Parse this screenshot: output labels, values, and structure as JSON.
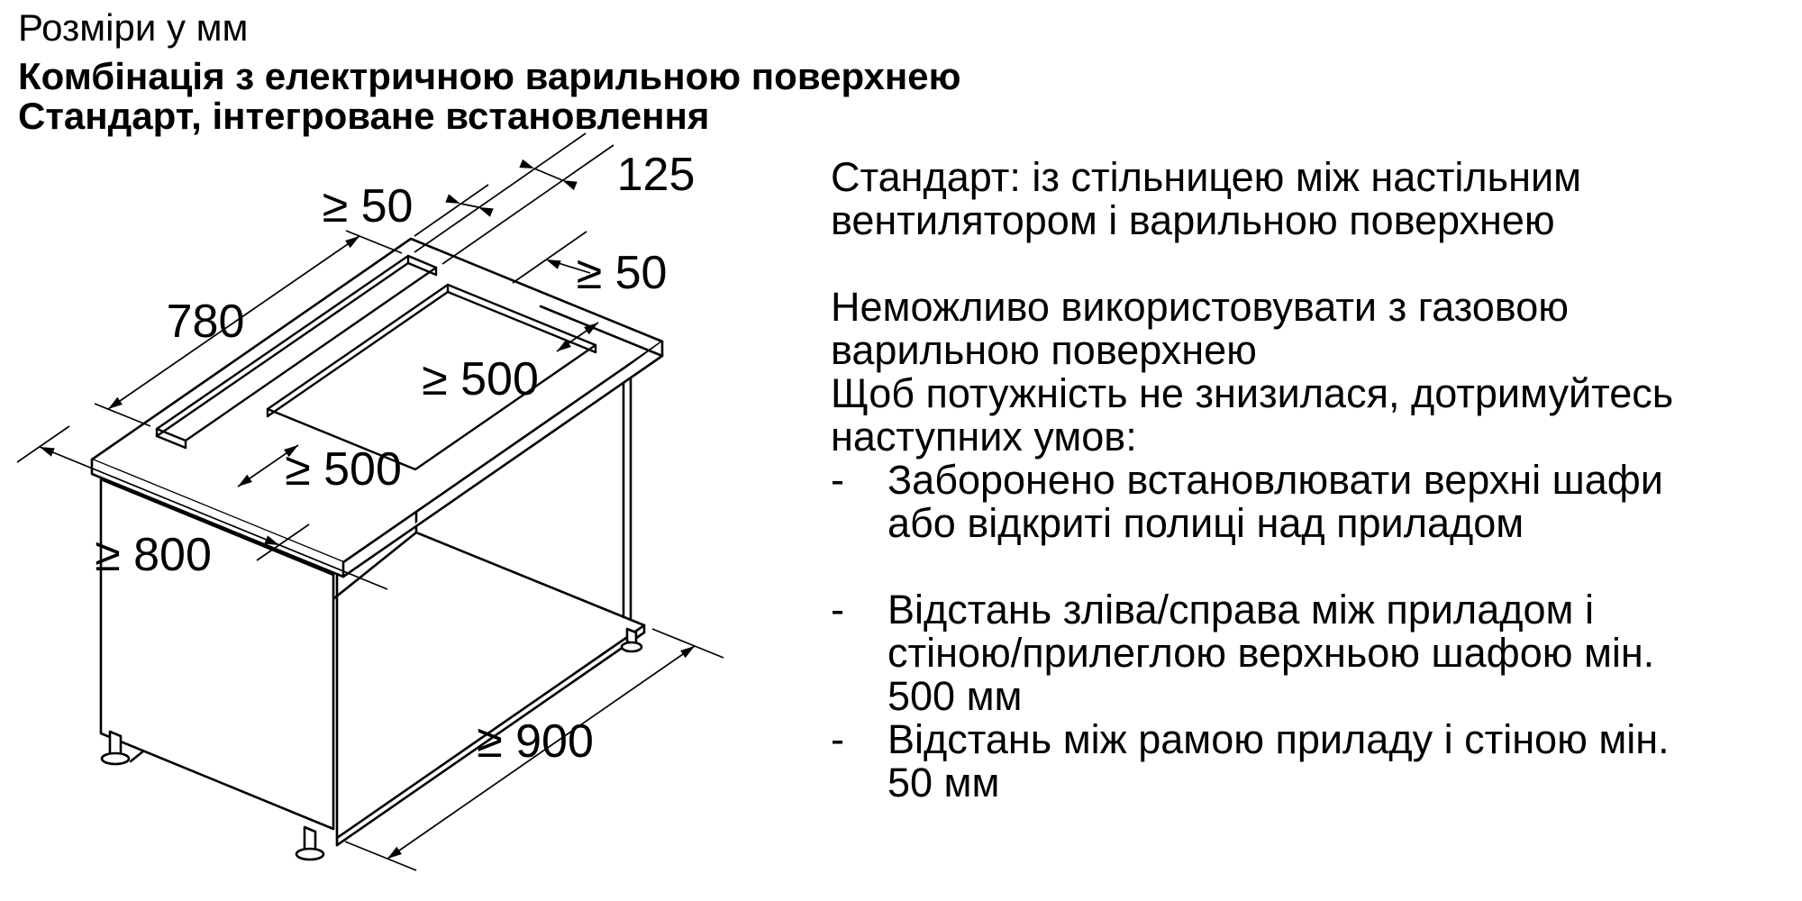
{
  "page": {
    "background": "#ffffff",
    "text_color": "#000000",
    "line_color": "#000000"
  },
  "header": {
    "line1": "Розміри у мм",
    "line2": "Комбінація з електричною варильною поверхнею",
    "line3": "Стандарт, інтегроване встановлення"
  },
  "diagram": {
    "description": "Isometric drawing of base cabinet with countertop cutout for hob and downdraft vent slot",
    "labels": {
      "d780": "780",
      "d125": "125",
      "d50_back": "≥ 50",
      "d50_side": "≥ 50",
      "d500_right": "≥ 500",
      "d500_left": "≥ 500",
      "d800": "≥ 800",
      "d900": "≥ 900"
    }
  },
  "text": {
    "para1": [
      "Стандарт: із стільницею між настільним",
      "вентилятором і варильною поверхнею"
    ],
    "para2": [
      "Неможливо використовувати з газовою",
      "варильною поверхнею",
      "Щоб потужність не знизилася, дотримуйтесь",
      "наступних умов:"
    ],
    "bullets": [
      {
        "dash": "-",
        "lines": [
          "Заборонено встановлювати верхні шафи",
          "або відкриті полиці над приладом"
        ]
      },
      {
        "dash": "-",
        "lines": [
          "Відстань зліва/справа між приладом і",
          "стіною/прилеглою верхньою шафою мін.",
          "500 мм"
        ]
      },
      {
        "dash": "-",
        "lines": [
          "Відстань між рамою приладу і стіною мін.",
          "50 мм"
        ]
      }
    ]
  }
}
